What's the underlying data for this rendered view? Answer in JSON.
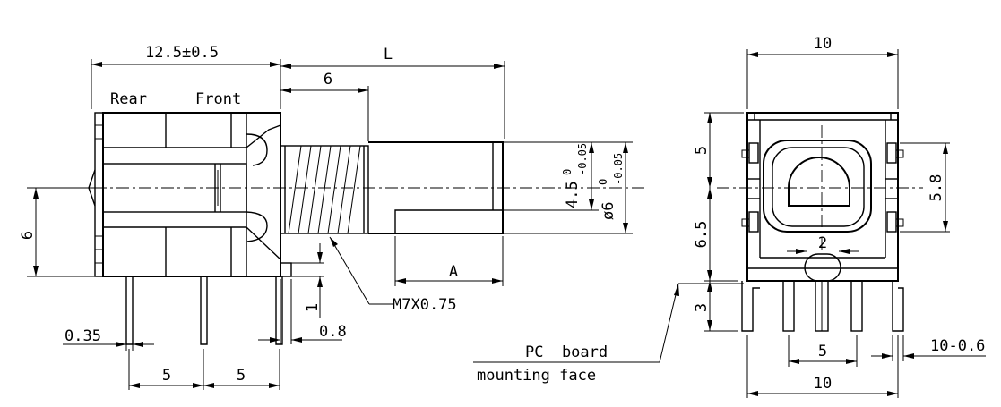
{
  "side_view": {
    "dim_body_length": "12.5±0.5",
    "dim_shaft_length": "L",
    "dim_bushing_length": "6",
    "label_rear": "Rear",
    "label_front": "Front",
    "dim_shaft_flat_base": "4.5",
    "dim_shaft_flat_tol": "-0.05",
    "dim_shaft_dia_base": "ø6",
    "dim_shaft_dia_tol": "-0.05",
    "tol_upper": "0",
    "dim_height": "6",
    "dim_flat_length": "A",
    "thread_label": "M7X0.75",
    "dim_tab_height": "1",
    "dim_tab_thickness": "0.8",
    "dim_pin_width": "0.35",
    "dim_pin_pitch_1": "5",
    "dim_pin_pitch_2": "5"
  },
  "front_view": {
    "dim_top_width": "10",
    "dim_upper_height": "5",
    "dim_lower_height": "6.5",
    "dim_pin_length": "3",
    "dim_hole": "5.8",
    "dim_tab_width": "2",
    "dim_pin_pitch": "5",
    "dim_bottom_width": "10",
    "dim_pin_thickness": "10-0.6",
    "pcb_label_line1": "PC  board",
    "pcb_label_line2": "mounting face"
  }
}
